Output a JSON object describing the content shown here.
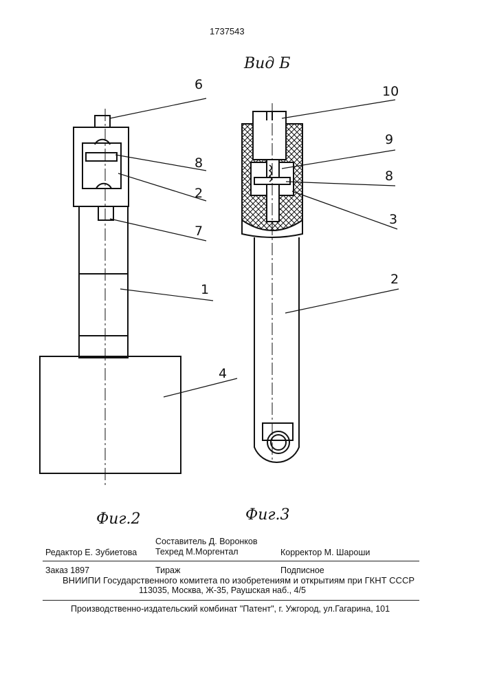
{
  "patent_number": "1737543",
  "view_label": "Вид Б",
  "figures": {
    "fig2": {
      "caption": "Фиг.2",
      "labels": [
        "6",
        "8",
        "2",
        "7",
        "1",
        "4"
      ]
    },
    "fig3": {
      "caption": "Фиг.3",
      "labels": [
        "10",
        "9",
        "8",
        "3",
        "2"
      ]
    }
  },
  "footer": {
    "compiler": "Составитель  Д. Воронков",
    "editor": "Редактор  Е. Зубиетова",
    "techred": "Техред М.Моргентал",
    "corrector": "Корректор  М. Шароши",
    "order": "Заказ  1897",
    "circulation": "Тираж",
    "subscription": "Подписное",
    "org": "ВНИИПИ Государственного комитета по изобретениям и открытиям при ГКНТ СССР",
    "address": "113035, Москва, Ж-35, Раушская наб., 4/5",
    "publisher": "Производственно-издательский комбинат \"Патент\", г. Ужгород, ул.Гагарина, 101"
  }
}
